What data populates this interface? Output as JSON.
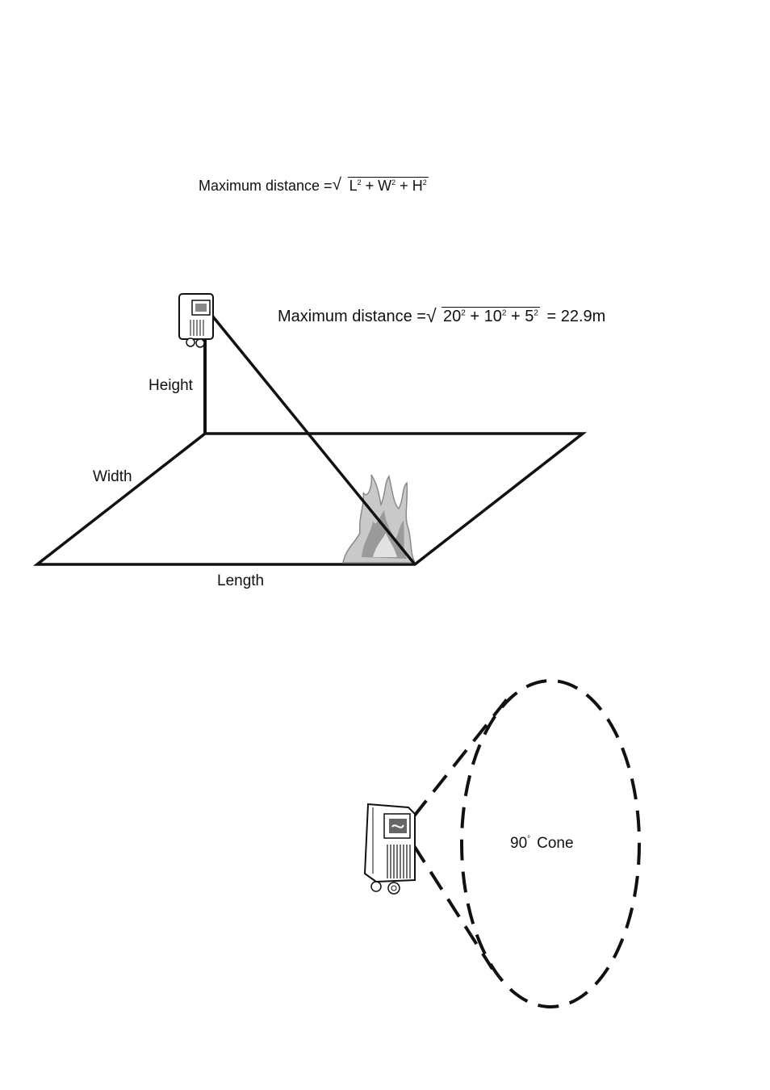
{
  "formula_general": {
    "prefix": "Maximum distance =",
    "terms": [
      {
        "base": "L",
        "exp": "2"
      },
      {
        "base": "W",
        "exp": "2"
      },
      {
        "base": "H",
        "exp": "2"
      }
    ],
    "plus": "+"
  },
  "formula_example": {
    "prefix": "Maximum distance =",
    "terms": [
      {
        "base": "20",
        "exp": "2"
      },
      {
        "base": "10",
        "exp": "2"
      },
      {
        "base": "5",
        "exp": "2"
      }
    ],
    "plus": "+",
    "result": "= 22.9m"
  },
  "labels": {
    "height": "Height",
    "width": "Width",
    "length": "Length",
    "cone_number": "90",
    "cone_degree": "°",
    "cone_word": "Cone"
  },
  "colors": {
    "line": "#111111",
    "flame_light": "#c9c9c9",
    "flame_dark": "#8a8a8a"
  }
}
